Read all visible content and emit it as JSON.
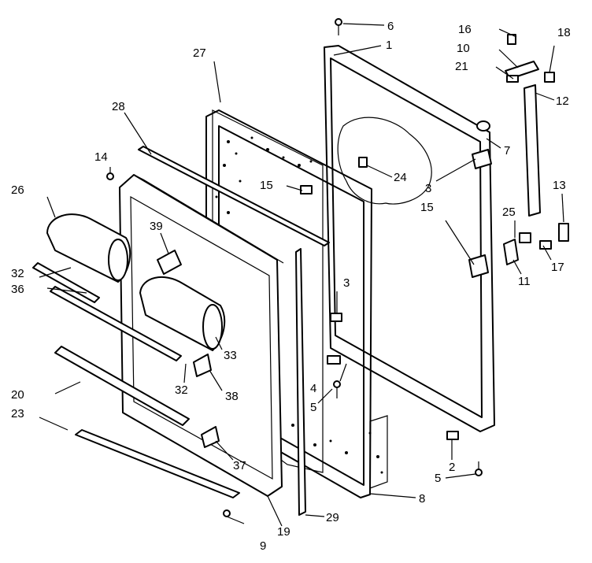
{
  "diagram": {
    "callouts": [
      {
        "id": "c6",
        "label": "6"
      },
      {
        "id": "c1",
        "label": "1"
      },
      {
        "id": "c16",
        "label": "16"
      },
      {
        "id": "c18",
        "label": "18"
      },
      {
        "id": "c10",
        "label": "10"
      },
      {
        "id": "c21",
        "label": "21"
      },
      {
        "id": "c12",
        "label": "12"
      },
      {
        "id": "c27",
        "label": "27"
      },
      {
        "id": "c28",
        "label": "28"
      },
      {
        "id": "c7",
        "label": "7"
      },
      {
        "id": "c24",
        "label": "24"
      },
      {
        "id": "c3a",
        "label": "3"
      },
      {
        "id": "c14",
        "label": "14"
      },
      {
        "id": "c15a",
        "label": "15"
      },
      {
        "id": "c13",
        "label": "13"
      },
      {
        "id": "c26",
        "label": "26"
      },
      {
        "id": "c15b",
        "label": "15"
      },
      {
        "id": "c25",
        "label": "25"
      },
      {
        "id": "c39",
        "label": "39"
      },
      {
        "id": "c17",
        "label": "17"
      },
      {
        "id": "c11",
        "label": "11"
      },
      {
        "id": "c32a",
        "label": "32"
      },
      {
        "id": "c36",
        "label": "36"
      },
      {
        "id": "c3b",
        "label": "3"
      },
      {
        "id": "c33",
        "label": "33"
      },
      {
        "id": "c4",
        "label": "4"
      },
      {
        "id": "c32b",
        "label": "32"
      },
      {
        "id": "c38",
        "label": "38"
      },
      {
        "id": "c20",
        "label": "20"
      },
      {
        "id": "c5a",
        "label": "5"
      },
      {
        "id": "c23",
        "label": "23"
      },
      {
        "id": "c37",
        "label": "37"
      },
      {
        "id": "c2",
        "label": "2"
      },
      {
        "id": "c5b",
        "label": "5"
      },
      {
        "id": "c8",
        "label": "8"
      },
      {
        "id": "c29",
        "label": "29"
      },
      {
        "id": "c9",
        "label": "9"
      },
      {
        "id": "c19",
        "label": "19"
      }
    ]
  }
}
